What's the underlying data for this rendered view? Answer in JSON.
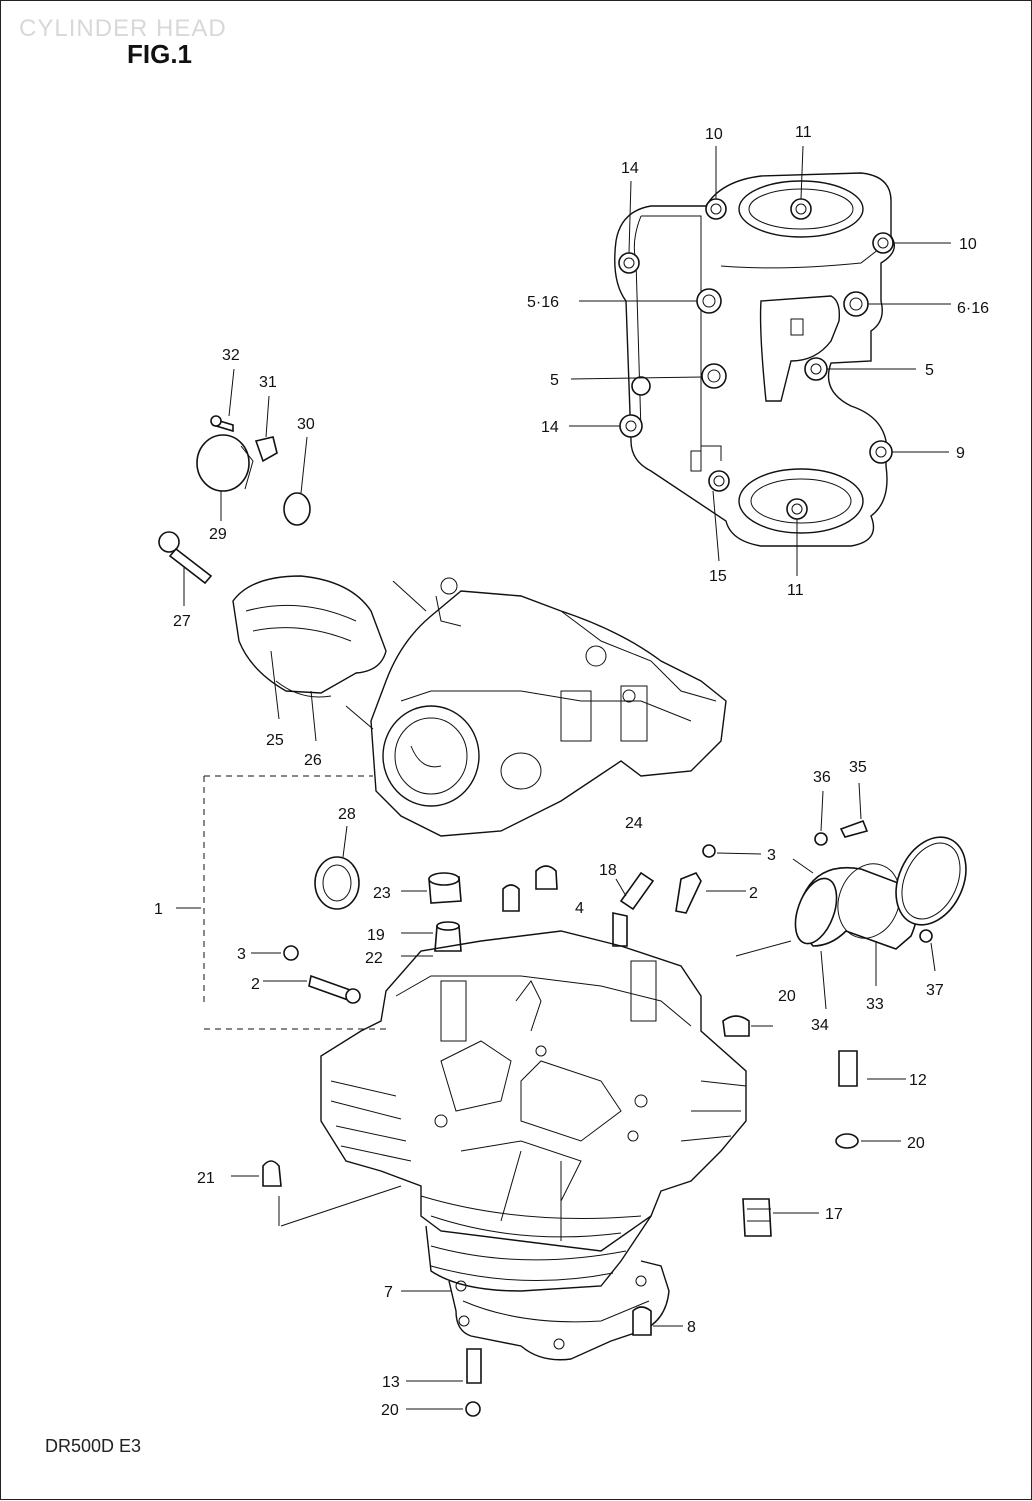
{
  "header": {
    "title": "CYLINDER HEAD",
    "figure": "FIG.1"
  },
  "footer": {
    "model": "DR500D E3"
  },
  "callouts": [
    {
      "id": "c10a",
      "text": "10"
    },
    {
      "id": "c11a",
      "text": "11"
    },
    {
      "id": "c14a",
      "text": "14"
    },
    {
      "id": "c10b",
      "text": "10"
    },
    {
      "id": "c516",
      "text": "5·16"
    },
    {
      "id": "c616",
      "text": "6·16"
    },
    {
      "id": "c5a",
      "text": "5"
    },
    {
      "id": "c5b",
      "text": "5"
    },
    {
      "id": "c14b",
      "text": "14"
    },
    {
      "id": "c9",
      "text": "9"
    },
    {
      "id": "c15",
      "text": "15"
    },
    {
      "id": "c11b",
      "text": "11"
    },
    {
      "id": "c32",
      "text": "32"
    },
    {
      "id": "c31",
      "text": "31"
    },
    {
      "id": "c30",
      "text": "30"
    },
    {
      "id": "c29",
      "text": "29"
    },
    {
      "id": "c27",
      "text": "27"
    },
    {
      "id": "c25",
      "text": "25"
    },
    {
      "id": "c26",
      "text": "26"
    },
    {
      "id": "c24",
      "text": "24"
    },
    {
      "id": "c28",
      "text": "28"
    },
    {
      "id": "c36",
      "text": "36"
    },
    {
      "id": "c35",
      "text": "35"
    },
    {
      "id": "c3a",
      "text": "3"
    },
    {
      "id": "c18",
      "text": "18"
    },
    {
      "id": "c2a",
      "text": "2"
    },
    {
      "id": "c23",
      "text": "23"
    },
    {
      "id": "c4",
      "text": "4"
    },
    {
      "id": "c1",
      "text": "1"
    },
    {
      "id": "c19",
      "text": "19"
    },
    {
      "id": "c22",
      "text": "22"
    },
    {
      "id": "c3b",
      "text": "3"
    },
    {
      "id": "c2b",
      "text": "2"
    },
    {
      "id": "c20a",
      "text": "20"
    },
    {
      "id": "c34",
      "text": "34"
    },
    {
      "id": "c33",
      "text": "33"
    },
    {
      "id": "c37",
      "text": "37"
    },
    {
      "id": "c12",
      "text": "12"
    },
    {
      "id": "c20b",
      "text": "20"
    },
    {
      "id": "c21",
      "text": "21"
    },
    {
      "id": "c17",
      "text": "17"
    },
    {
      "id": "c7",
      "text": "7"
    },
    {
      "id": "c8",
      "text": "8"
    },
    {
      "id": "c13",
      "text": "13"
    },
    {
      "id": "c20c",
      "text": "20"
    }
  ]
}
